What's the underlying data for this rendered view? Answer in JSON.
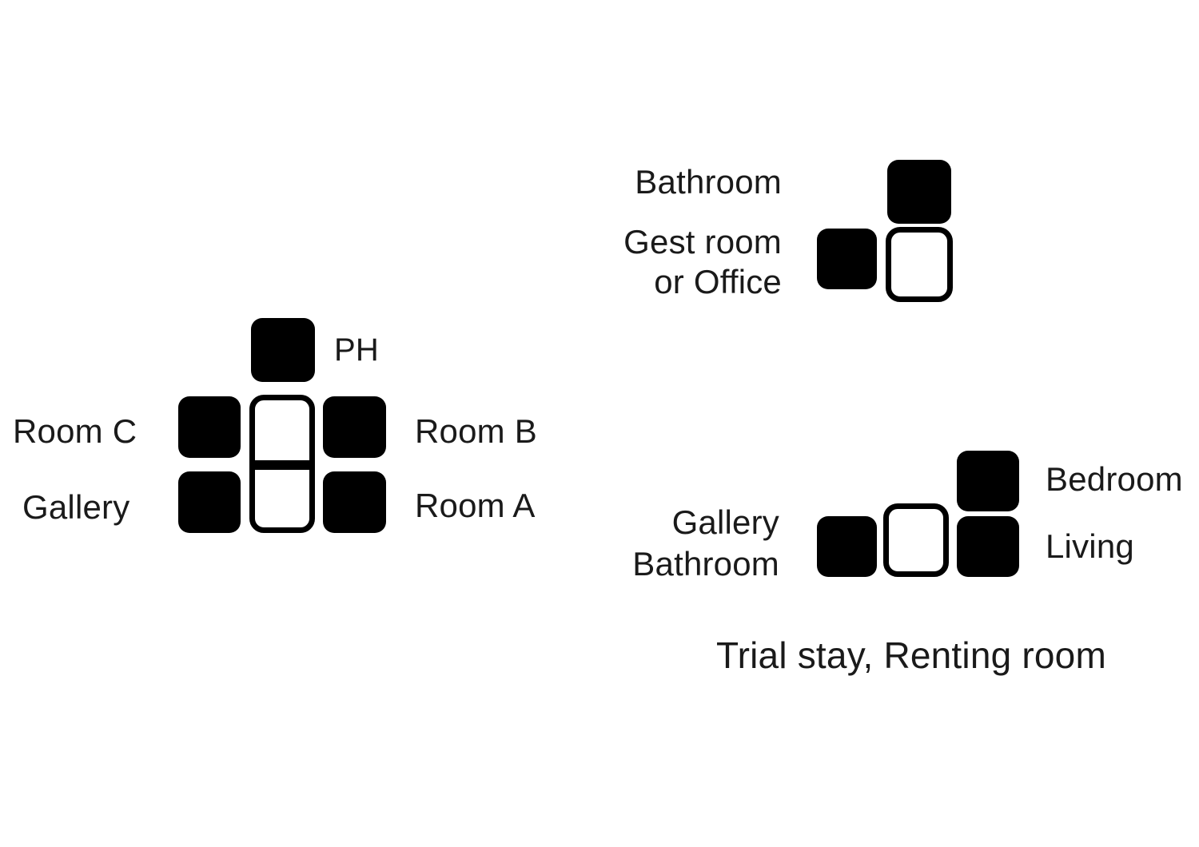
{
  "diagram": {
    "title_caption": "Trial stay, Renting room",
    "background_color": "#ffffff",
    "filled_color": "#000000",
    "outline_color": "#000000",
    "text_color": "#1a1a1a",
    "groups": [
      {
        "id": "current-layout",
        "name": "left-floor-plan",
        "labels": [
          {
            "id": "ph",
            "text": "PH"
          },
          {
            "id": "room-c",
            "text": "Room C"
          },
          {
            "id": "room-b",
            "text": "Room B"
          },
          {
            "id": "gallery",
            "text": "Gallery"
          },
          {
            "id": "room-a",
            "text": "Room A"
          }
        ],
        "cells": [
          {
            "id": "ph-cell",
            "style": "filled"
          },
          {
            "id": "room-c-cell",
            "style": "filled"
          },
          {
            "id": "room-b-cell",
            "style": "filled"
          },
          {
            "id": "gallery-cell",
            "style": "filled"
          },
          {
            "id": "room-a-cell",
            "style": "filled"
          },
          {
            "id": "center-core",
            "style": "outline"
          }
        ]
      },
      {
        "id": "upper-unit",
        "name": "top-right-floor-plan",
        "labels": [
          {
            "id": "bathroom",
            "text": "Bathroom"
          },
          {
            "id": "gest-room-l1",
            "text": "Gest room"
          },
          {
            "id": "gest-room-l2",
            "text": "or Office"
          }
        ],
        "cells": [
          {
            "id": "bathroom-cell",
            "style": "filled"
          },
          {
            "id": "gest-room-cell",
            "style": "filled"
          },
          {
            "id": "core-cell",
            "style": "outline"
          }
        ]
      },
      {
        "id": "lower-unit",
        "name": "bottom-right-floor-plan",
        "labels": [
          {
            "id": "gallery2",
            "text": "Gallery"
          },
          {
            "id": "bathroom2",
            "text": "Bathroom"
          },
          {
            "id": "bedroom",
            "text": "Bedroom"
          },
          {
            "id": "living",
            "text": "Living"
          }
        ],
        "cells": [
          {
            "id": "gallery-bathroom-cell",
            "style": "filled"
          },
          {
            "id": "core-cell-2",
            "style": "outline"
          },
          {
            "id": "bedroom-cell",
            "style": "filled"
          },
          {
            "id": "living-cell",
            "style": "filled"
          }
        ]
      }
    ]
  }
}
